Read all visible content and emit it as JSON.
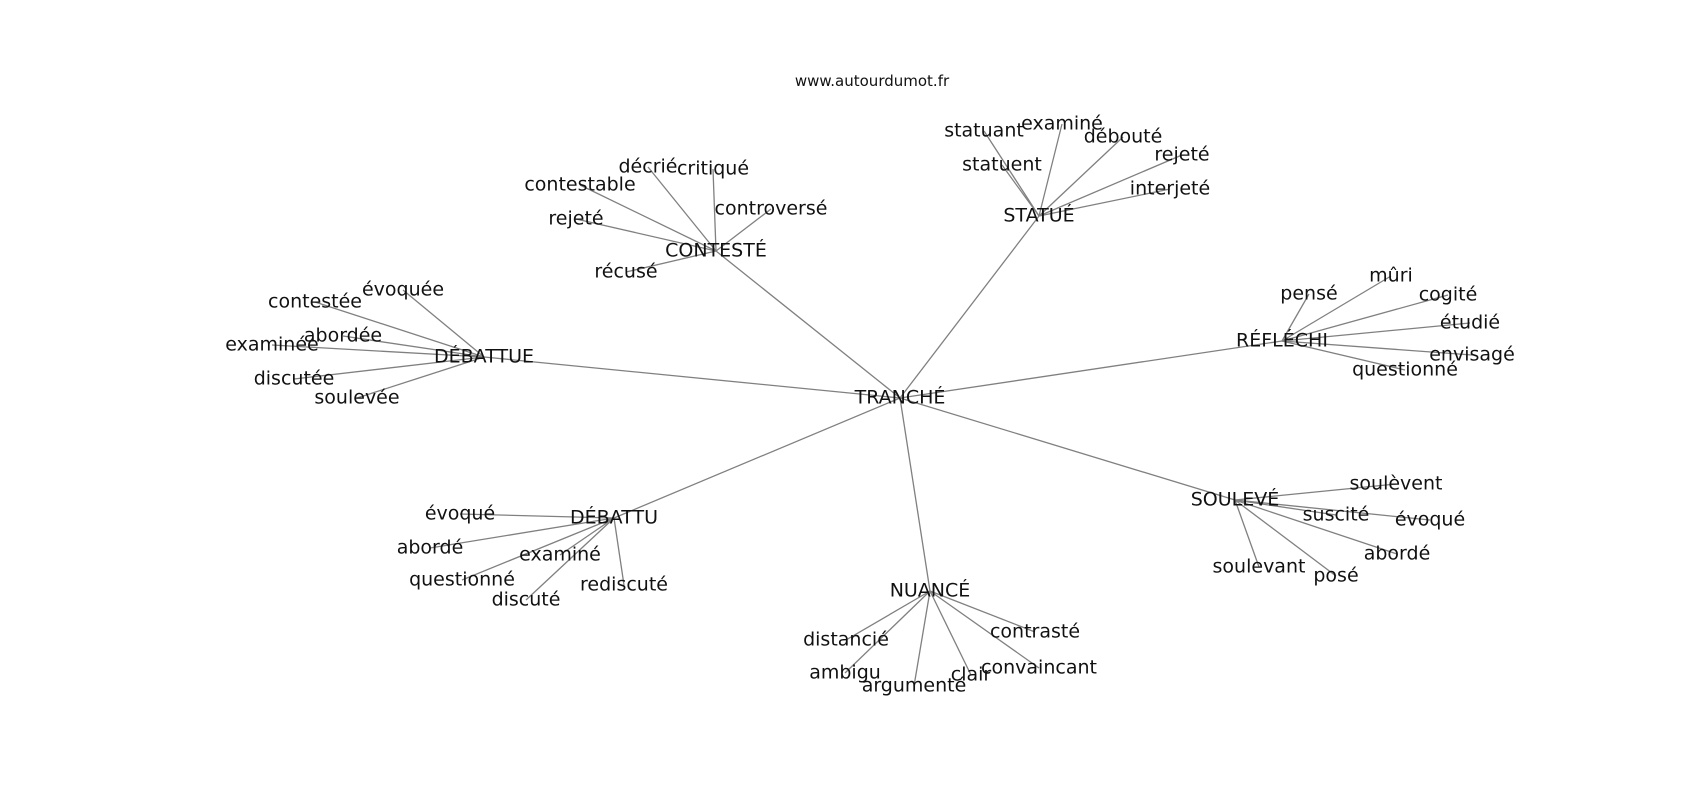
{
  "source": "www.autourdumot.fr",
  "graph": {
    "root": "TRANCHÉ",
    "hubs": [
      {
        "id": "conteste",
        "label": "CONTESTÉ",
        "words": [
          "décrié",
          "critiqué",
          "contestable",
          "controversé",
          "rejeté",
          "récusé"
        ]
      },
      {
        "id": "statue",
        "label": "STATUÉ",
        "words": [
          "statuant",
          "examiné",
          "débouté",
          "rejeté",
          "statuent",
          "interjeté"
        ]
      },
      {
        "id": "debattue",
        "label": "DÉBATTUE",
        "words": [
          "évoquée",
          "contestée",
          "abordée",
          "examinée",
          "discutée",
          "soulevée"
        ]
      },
      {
        "id": "reflechi",
        "label": "RÉFLÉCHI",
        "words": [
          "mûri",
          "pensé",
          "cogité",
          "étudié",
          "envisagé",
          "questionné"
        ]
      },
      {
        "id": "debattu",
        "label": "DÉBATTU",
        "words": [
          "évoqué",
          "abordé",
          "examiné",
          "questionné",
          "discuté",
          "rediscuté"
        ]
      },
      {
        "id": "souleve",
        "label": "SOULEVÉ",
        "words": [
          "soulèvent",
          "suscité",
          "évoqué",
          "abordé",
          "soulevant",
          "posé"
        ]
      },
      {
        "id": "nuance",
        "label": "NUANCÉ",
        "words": [
          "distancié",
          "contrasté",
          "ambigu",
          "convaincant",
          "argumenté",
          "clair"
        ]
      }
    ]
  }
}
